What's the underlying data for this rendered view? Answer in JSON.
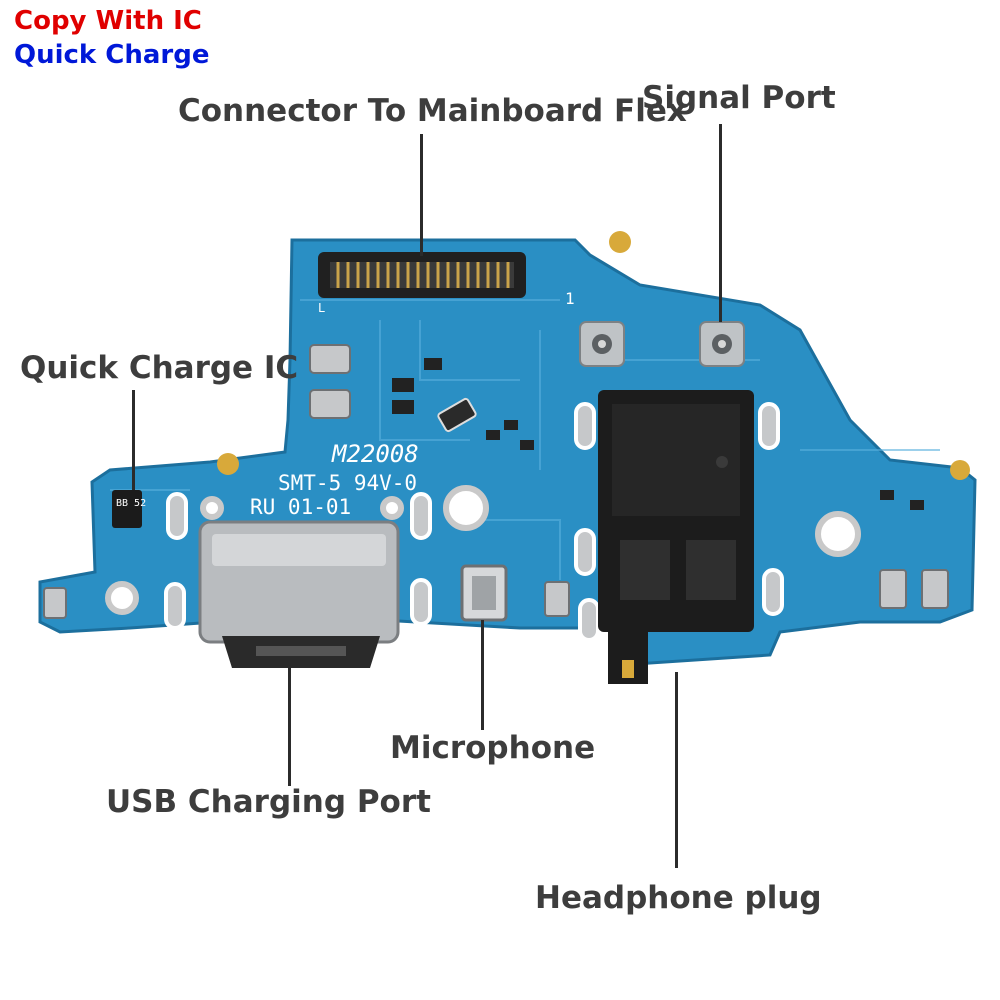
{
  "header": {
    "line1": "Copy With IC",
    "line2": "Quick Charge",
    "line1_color": "#e00000",
    "line2_color": "#0018d8"
  },
  "labels": {
    "connector": "Connector To Mainboard Flex",
    "signal_port": "Signal Port",
    "quick_charge_ic": "Quick Charge IC",
    "microphone": "Microphone",
    "usb_port": "USB Charging Port",
    "headphone": "Headphone plug"
  },
  "pcb_markings": {
    "code": "M22008",
    "line1": "SMT-5 94V-0",
    "line2": "RU 01-01",
    "pin_mark": "1",
    "corner_mark": "L",
    "ic_mark": "BB 52"
  },
  "colors": {
    "pcb": "#2a8fc4",
    "pcb_dark": "#1c6f9d",
    "metal": "#b9bcbf",
    "jack": "#1c1c1c",
    "gold": "#d8a93a",
    "label_text": "#3d3d3d"
  }
}
